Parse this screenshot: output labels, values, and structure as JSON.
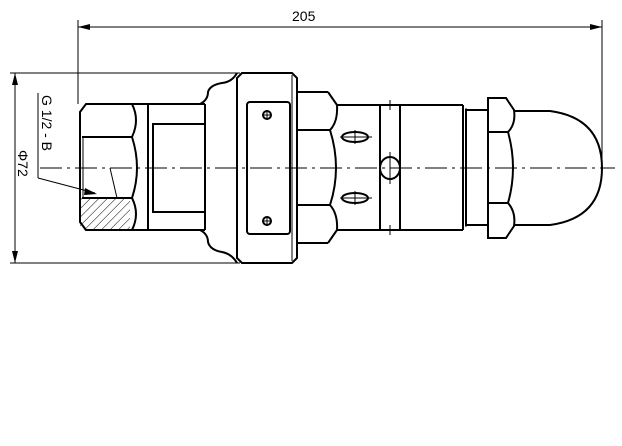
{
  "drawing": {
    "overall_length_label": "205",
    "diameter_label": "Φ72",
    "thread_label": "G 1/2 - B"
  }
}
